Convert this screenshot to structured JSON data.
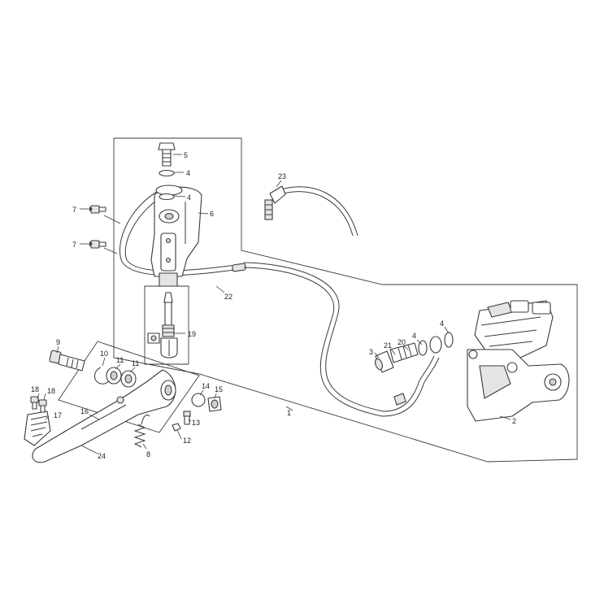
{
  "callouts": {
    "c1": "1",
    "c2": "2",
    "c3": "3",
    "c4a": "4",
    "c4b": "4",
    "c4c": "4",
    "c4d": "4",
    "c5": "5",
    "c6": "6",
    "c7a": "7",
    "c7b": "7",
    "c8": "8",
    "c9": "9",
    "c10": "10",
    "c11a": "11",
    "c11b": "11",
    "c12": "12",
    "c13": "13",
    "c14": "14",
    "c15": "15",
    "c16": "16",
    "c17": "17",
    "c18a": "18",
    "c18b": "18",
    "c19": "19",
    "c20": "20",
    "c21": "21",
    "c22": "22",
    "c23": "23",
    "c24": "24"
  },
  "colors": {
    "line": "#3a3a3a",
    "text": "#222222",
    "background": "#ffffff"
  }
}
